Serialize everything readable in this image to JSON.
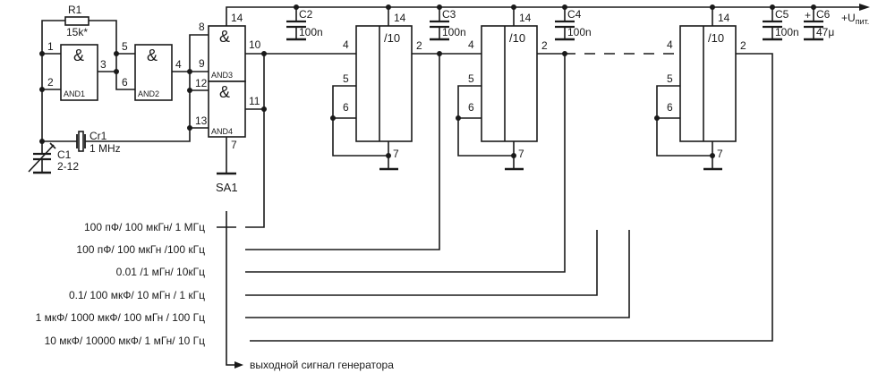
{
  "diagram": {
    "resistor": {
      "ref": "R1",
      "value": "15k*"
    },
    "trimmer": {
      "ref": "C1",
      "value": "2-12"
    },
    "crystal": {
      "ref": "Cr1",
      "value": "1 MHz"
    },
    "gates": [
      {
        "symbol": "&",
        "name": "AND1",
        "pins": [
          "1",
          "2",
          "3"
        ]
      },
      {
        "symbol": "&",
        "name": "AND2",
        "pins": [
          "5",
          "6",
          "4"
        ]
      },
      {
        "symbol": "&",
        "name": "AND3",
        "pins": [
          "8",
          "9",
          "10"
        ]
      },
      {
        "symbol": "&",
        "name": "AND4",
        "pins": [
          "12",
          "13",
          "11"
        ]
      }
    ],
    "gate_pins": {
      "vcc": "14",
      "gnd": "7"
    },
    "dividers": [
      {
        "symbol": "/10",
        "pins": {
          "in": "4",
          "r1": "5",
          "r2": "6",
          "out": "2",
          "vcc": "14",
          "gnd": "7"
        }
      },
      {
        "symbol": "/10",
        "pins": {
          "in": "4",
          "r1": "5",
          "r2": "6",
          "out": "2",
          "vcc": "14",
          "gnd": "7"
        }
      },
      {
        "symbol": "/10",
        "pins": {
          "in": "4",
          "r1": "5",
          "r2": "6",
          "out": "2",
          "vcc": "14",
          "gnd": "7"
        }
      }
    ],
    "capacitors": [
      {
        "ref": "C2",
        "value": "100n"
      },
      {
        "ref": "C3",
        "value": "100n"
      },
      {
        "ref": "C4",
        "value": "100n"
      },
      {
        "ref": "C5",
        "value": "100n"
      },
      {
        "ref": "C6",
        "value": "47μ",
        "polarity": "+"
      }
    ],
    "supply": {
      "label": "+U",
      "subscript": "пит."
    },
    "switch": {
      "ref": "SA1"
    },
    "switch_positions": [
      "100 пФ/ 100 мкГн/ 1 МГц",
      "100 пФ/ 100 мкГн /100 кГц",
      "0.01 /1 мГн/ 10кГц",
      "0.1/ 100 мкФ/ 10 мГн / 1 кГц",
      "1 мкФ/ 1000 мкФ/ 100 мГн / 100 Гц",
      "10 мкФ/ 10000 мкФ/ 1 мГн/ 10 Гц"
    ],
    "output_label": "выходной сигнал генератора"
  }
}
